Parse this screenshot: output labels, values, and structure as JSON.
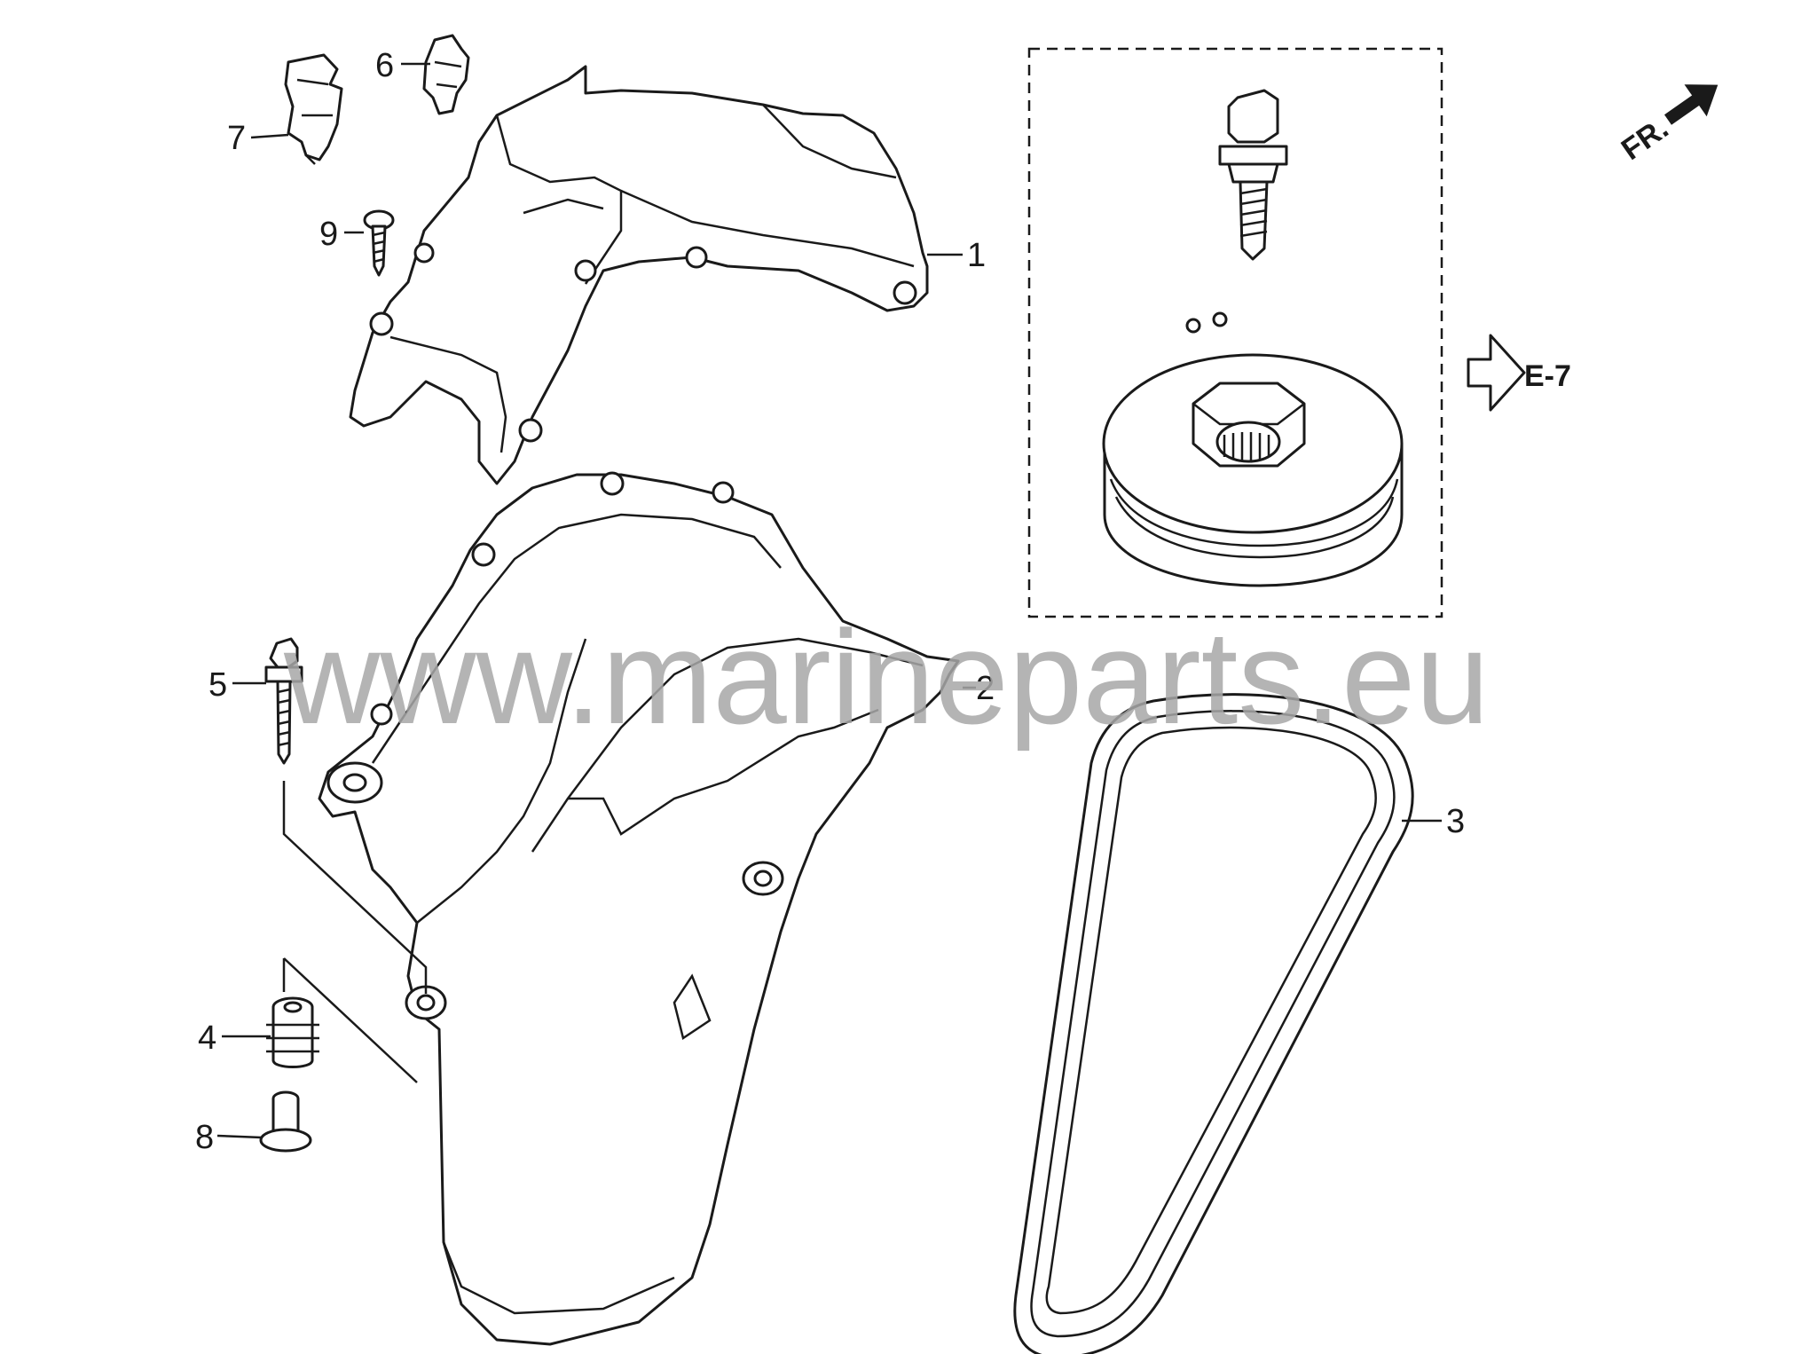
{
  "diagram": {
    "callouts": [
      "1",
      "2",
      "3",
      "4",
      "5",
      "6",
      "7",
      "8",
      "9"
    ],
    "reference_label": "E-7",
    "direction_label": "FR.",
    "watermark": "www.marineparts.eu"
  },
  "colors": {
    "line": "#1a1a1a",
    "watermark": "#a8a8a8",
    "background": "#ffffff"
  },
  "icons": {
    "direction": "arrow-right-icon",
    "reference": "outline-arrow-right-icon"
  }
}
